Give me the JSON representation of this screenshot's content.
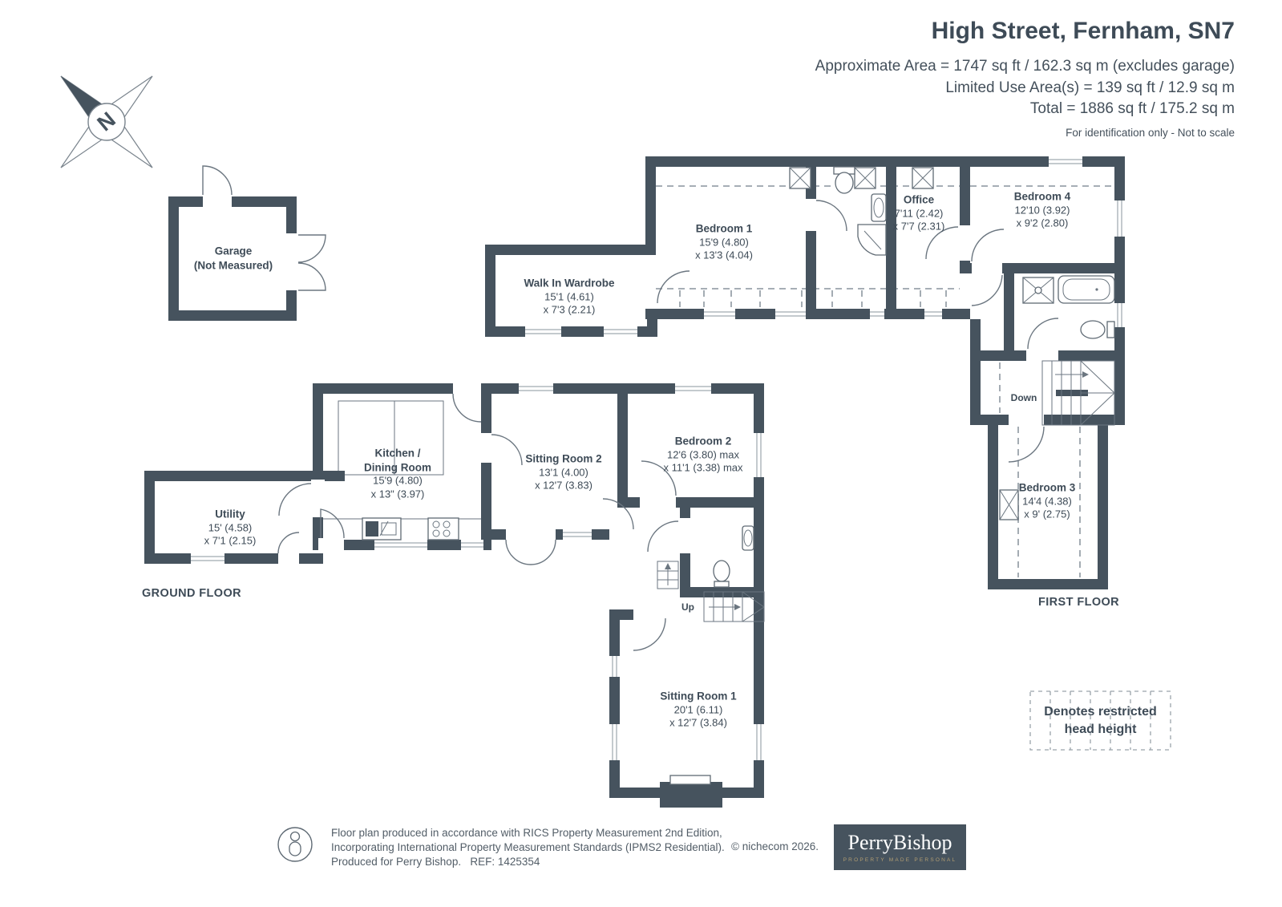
{
  "header": {
    "title": "High Street, Fernham, SN7",
    "line1": "Approximate Area = 1747 sq ft / 162.3 sq m (excludes garage)",
    "line2": "Limited Use Area(s) = 139 sq ft / 12.9 sq m",
    "line3": "Total = 1886 sq ft / 175.2 sq m",
    "disclaimer": "For identification only - Not to scale"
  },
  "compass": {
    "label": "N"
  },
  "rooms": {
    "garage": {
      "name": "Garage",
      "note": "(Not Measured)"
    },
    "bedroom1": {
      "name": "Bedroom 1",
      "dim1": "15'9 (4.80)",
      "dim2": "x 13'3 (4.04)"
    },
    "office": {
      "name": "Office",
      "dim1": "7'11 (2.42)",
      "dim2": "x 7'7 (2.31)"
    },
    "bedroom4": {
      "name": "Bedroom 4",
      "dim1": "12'10 (3.92)",
      "dim2": "x 9'2 (2.80)"
    },
    "walk_in_wardrobe": {
      "name": "Walk In Wardrobe",
      "dim1": "15'1 (4.61)",
      "dim2": "x 7'3 (2.21)"
    },
    "bedroom3": {
      "name": "Bedroom 3",
      "dim1": "14'4 (4.38)",
      "dim2": "x 9' (2.75)"
    },
    "utility": {
      "name": "Utility",
      "dim1": "15' (4.58)",
      "dim2": "x 7'1 (2.15)"
    },
    "kitchen": {
      "name1": "Kitchen /",
      "name2": "Dining Room",
      "dim1": "15'9 (4.80)",
      "dim2": "x 13\" (3.97)"
    },
    "sitting_room2": {
      "name": "Sitting Room 2",
      "dim1": "13'1 (4.00)",
      "dim2": "x 12'7 (3.83)"
    },
    "bedroom2": {
      "name": "Bedroom 2",
      "dim1": "12'6 (3.80) max",
      "dim2": "x 11'1 (3.38) max"
    },
    "sitting_room1": {
      "name": "Sitting Room 1",
      "dim1": "20'1 (6.11)",
      "dim2": "x 12'7 (3.84)"
    }
  },
  "stairs": {
    "up": "Up",
    "down": "Down"
  },
  "floor_labels": {
    "ground": "GROUND FLOOR",
    "first": "FIRST FLOOR"
  },
  "legend": {
    "line1": "Denotes restricted",
    "line2": "head height"
  },
  "footer": {
    "line1": "Floor plan produced in accordance with RICS Property Measurement 2nd Edition,",
    "line2": "Incorporating International Property Measurement Standards (IPMS2 Residential).",
    "line3": "Produced for Perry Bishop.   REF: 1425354",
    "copyright": "© nichecom 2026."
  },
  "logo": {
    "name": "PerryBishop",
    "tagline": "PROPERTY MADE PERSONAL"
  },
  "colors": {
    "wall": "#46535e",
    "text": "#3e4b57",
    "fixture_line": "#6b7680",
    "dash": "#9aa3ab",
    "logo_bg": "#46535e",
    "logo_tagline": "#b39e73"
  }
}
